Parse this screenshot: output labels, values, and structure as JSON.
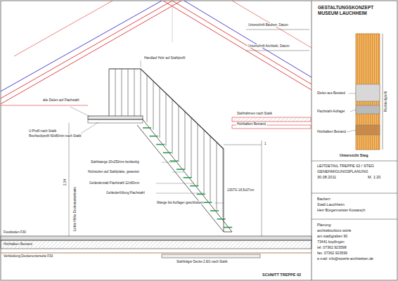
{
  "diagram": {
    "title": "GESTALTUNGSKONZEPT MUSEUM LAUCHHEIM",
    "labels": [
      "Unterschrift Bauherr, Datum",
      "Unterschrift Architekt, Datum",
      "Handlauf Holz auf Stahlprofil",
      "alte Dielen auf Flachstahl",
      "Stahlrahmen nach Statik",
      "Holzbalken Bestand",
      "U-Profil nach Statik",
      "Rechteckprofil 60x80mm nach Statik",
      "Stahlwange 20x250mm beidseitig",
      "Holzstufen auf Stahlplatte, geweisst",
      "Geländerstab Flachstahl 12x60mm",
      "Geländerfüllung Flachstahl",
      "Wange bis Auflager geschlossen",
      "13STG 18,5x27cm",
      "2,34",
      "1",
      "Lichte Höhe Deckenunterkante",
      "Fussboden F30",
      "Holzbalken Bestand",
      "Verkleidung Deckenunterseite F30",
      "Stahlträger Decke 2.EG nach Statik",
      "SCHNITT TREPPE 02",
      "Dielen aus Bestand",
      "Flachstahl-Auflager",
      "Holzbalken Bestand",
      "Rechteckprofil",
      "Untersicht Steg",
      "LEITDETAIL TREPPE 02 / STEG",
      "GENEHMIGUNGSPLANUNG",
      "30.08.2011",
      "M. 1:20",
      "Bauherr:",
      "Stadt Lauchheim",
      "Herr Bürgermeister Kowarsch",
      "Planung:",
      "architekturbüro wörle",
      "am stadtgraben 90",
      "73441 bopfingen",
      "tel. 07362.923598",
      "fax. 07362.923599",
      "e.mail: info@woerle-architekten.de"
    ]
  }
}
